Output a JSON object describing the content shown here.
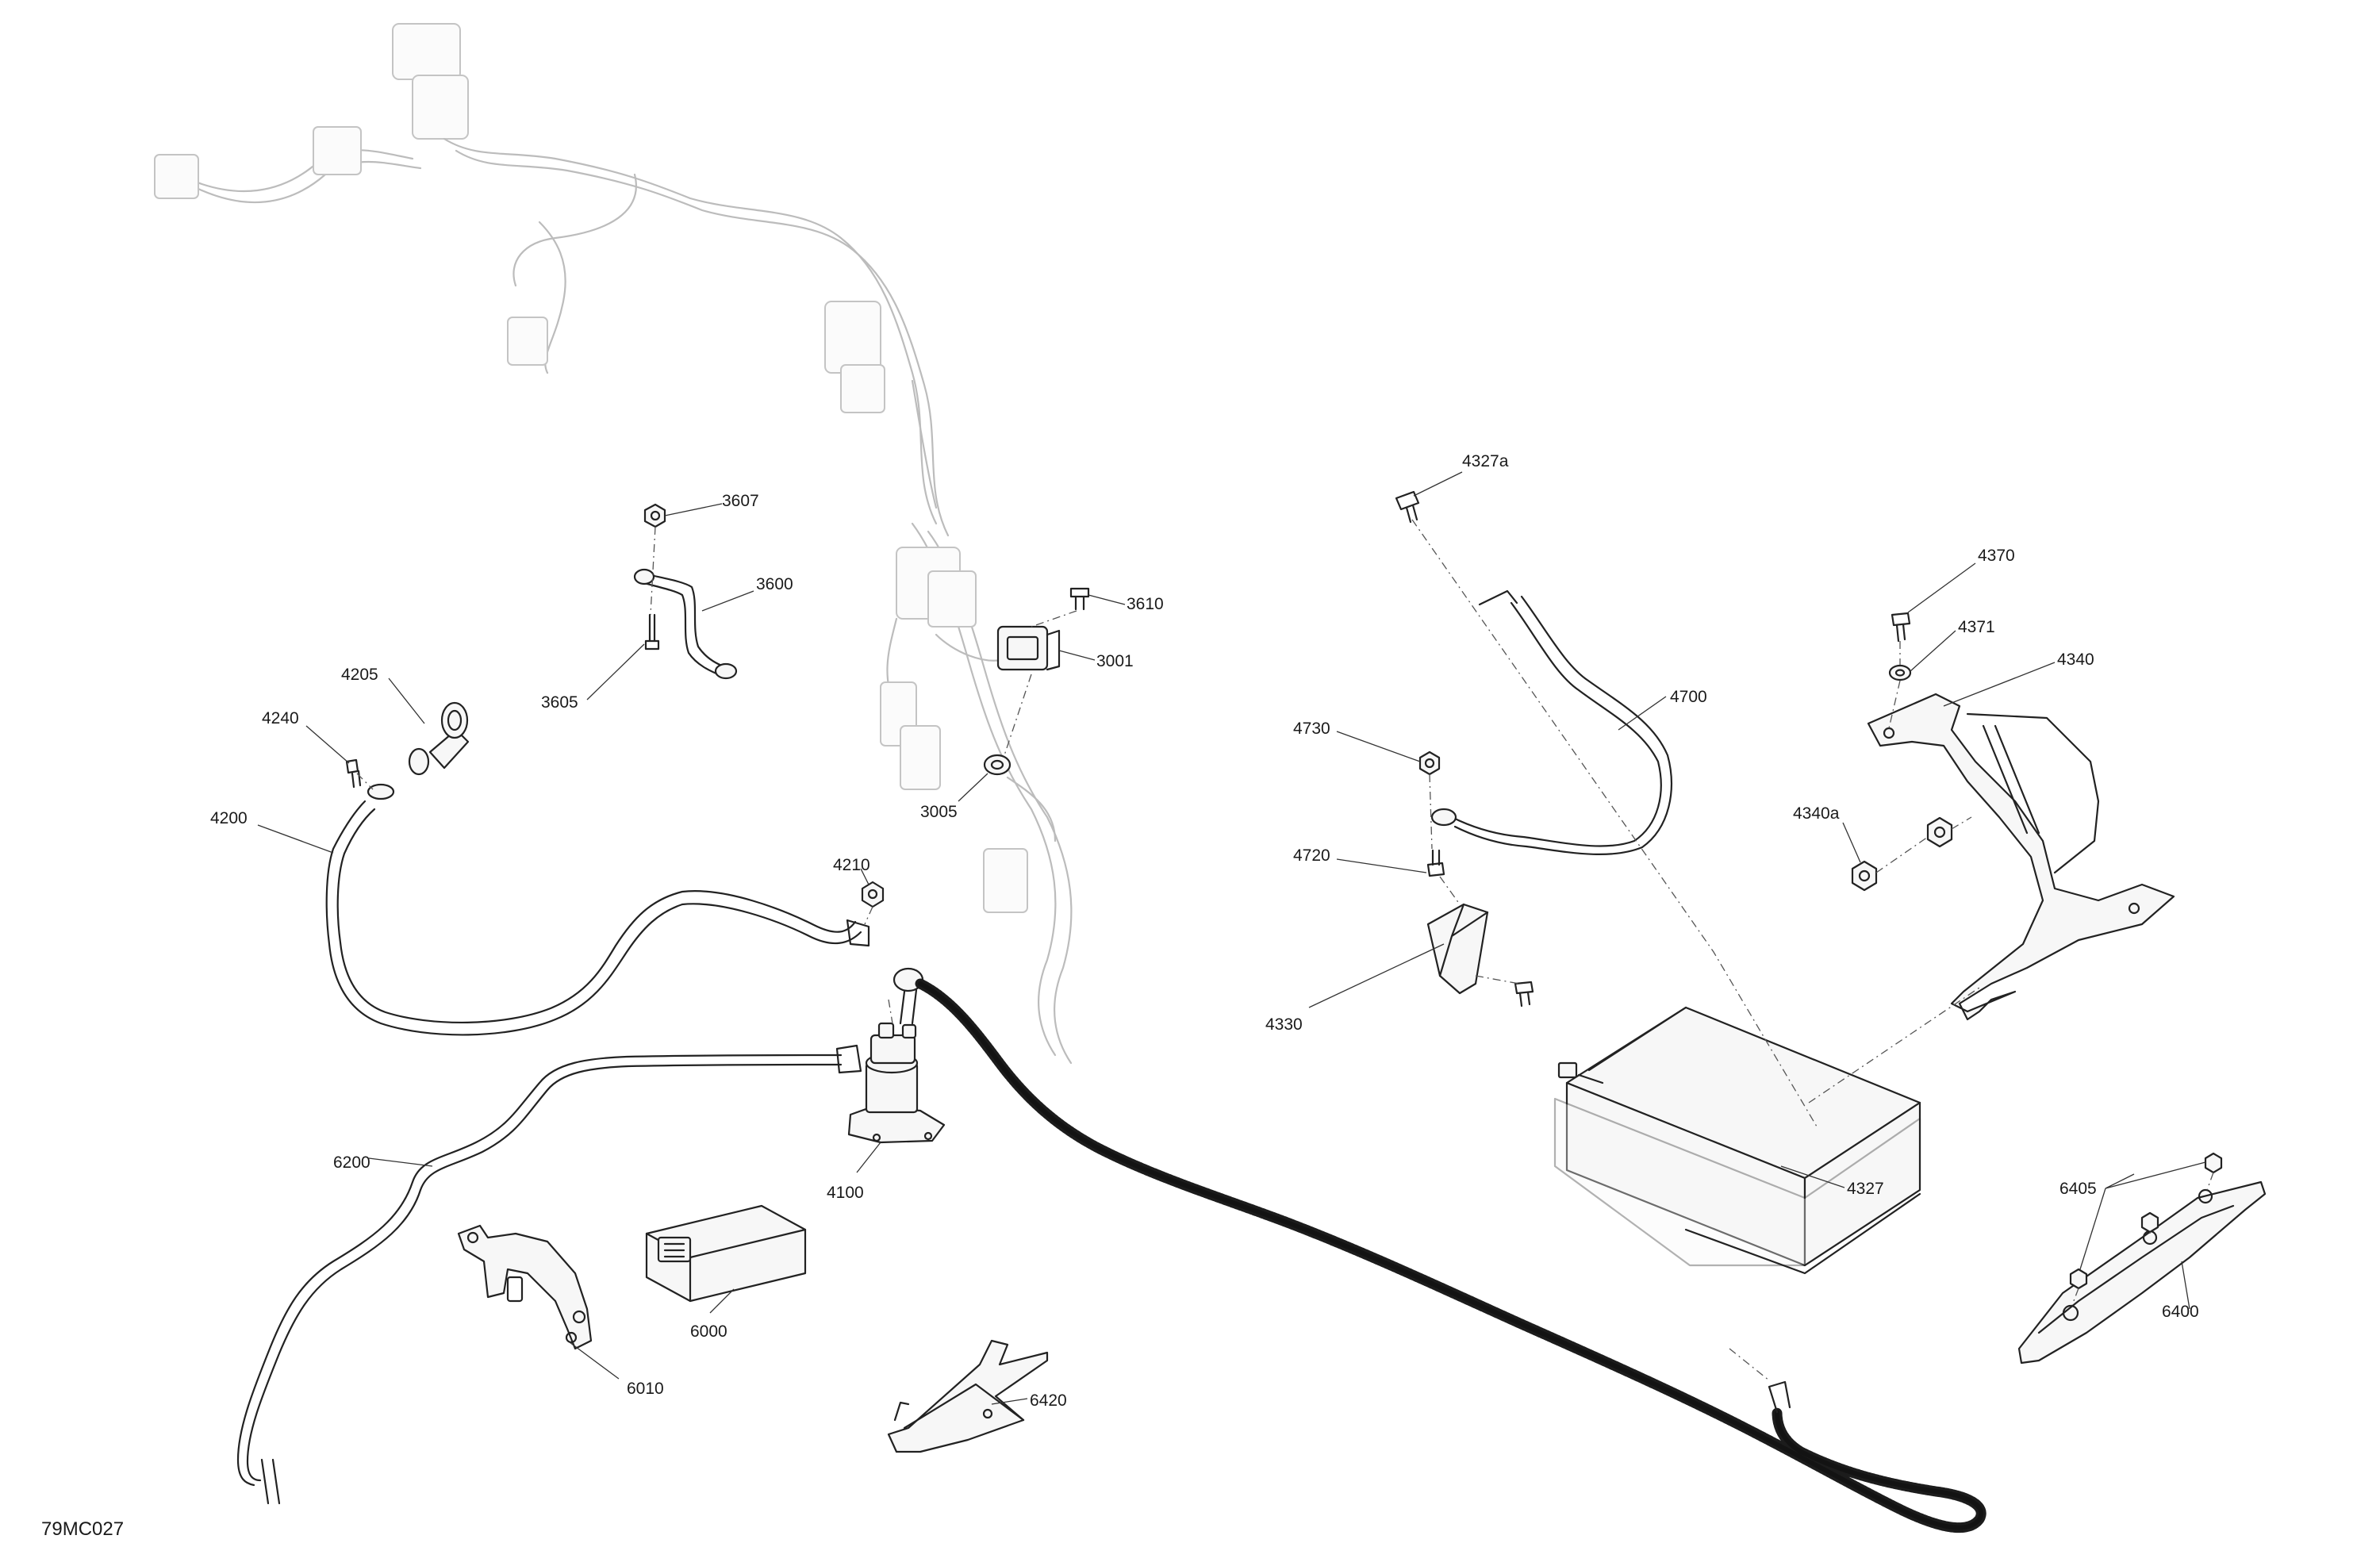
{
  "drawing_code": "79MC027",
  "callouts": [
    {
      "id": "c3607",
      "label": "3607"
    },
    {
      "id": "c3600",
      "label": "3600"
    },
    {
      "id": "c3605",
      "label": "3605"
    },
    {
      "id": "c3610",
      "label": "3610"
    },
    {
      "id": "c3001",
      "label": "3001"
    },
    {
      "id": "c3005",
      "label": "3005"
    },
    {
      "id": "c4205",
      "label": "4205"
    },
    {
      "id": "c4240",
      "label": "4240"
    },
    {
      "id": "c4200",
      "label": "4200"
    },
    {
      "id": "c4210",
      "label": "4210"
    },
    {
      "id": "c4100",
      "label": "4100"
    },
    {
      "id": "c6200",
      "label": "6200"
    },
    {
      "id": "c6000",
      "label": "6000"
    },
    {
      "id": "c6010",
      "label": "6010"
    },
    {
      "id": "c6420",
      "label": "6420"
    },
    {
      "id": "c4327a",
      "label": "4327a"
    },
    {
      "id": "c4700",
      "label": "4700"
    },
    {
      "id": "c4730",
      "label": "4730"
    },
    {
      "id": "c4720",
      "label": "4720"
    },
    {
      "id": "c4330",
      "label": "4330"
    },
    {
      "id": "c4327",
      "label": "4327"
    },
    {
      "id": "c4370",
      "label": "4370"
    },
    {
      "id": "c4371",
      "label": "4371"
    },
    {
      "id": "c4340",
      "label": "4340"
    },
    {
      "id": "c4340a",
      "label": "4340a"
    },
    {
      "id": "c6405",
      "label": "6405"
    },
    {
      "id": "c6400",
      "label": "6400"
    }
  ]
}
